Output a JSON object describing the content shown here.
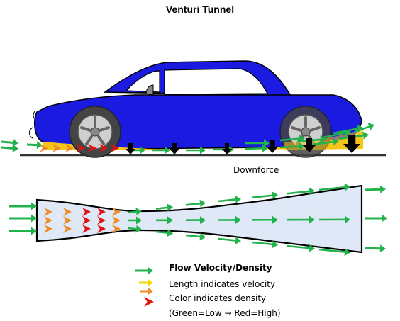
{
  "title": "Venturi Tunnel",
  "downforce_label": "Downforce",
  "legend": {
    "heading": "Flow Velocity/Density",
    "line1": "Length indicates velocity",
    "line2": "Color indicates density",
    "line3": "(Green=Low → Red=High)"
  },
  "colors": {
    "low": "#22b24c",
    "low_mid": "#f5d800",
    "mid": "#f08a24",
    "high": "#e01010",
    "car_body": "#1a1ae0",
    "underbody_flow": "#f7c51a",
    "tunnel_fill": "#dfe8f7"
  },
  "icons": [
    "car-icon",
    "wheel-icon",
    "downforce-arrow-icon",
    "flow-arrow-icon"
  ]
}
